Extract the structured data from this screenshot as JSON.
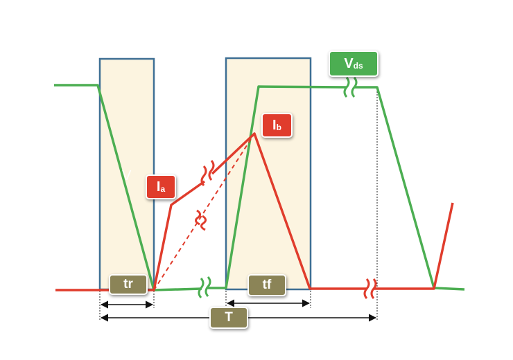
{
  "labels": {
    "ia_main": "I",
    "ia_sub": "a",
    "ib_main": "I",
    "ib_sub": "b",
    "vds_main": "V",
    "vds_sub": "ds",
    "tr": "tr",
    "tf": "tf",
    "T": "T",
    "faint_v": "V"
  },
  "colors": {
    "voltage_trace": "#4cae52",
    "current_trace": "#e03c2c",
    "window_fill": "#fcf4e0",
    "window_border": "#3e6f94",
    "time_label_bg": "#8b8457"
  }
}
